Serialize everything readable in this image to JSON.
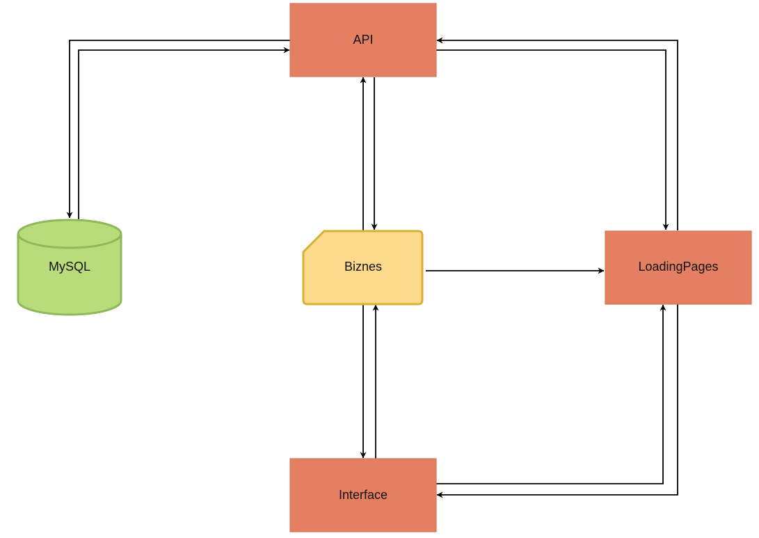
{
  "nodes": {
    "api": {
      "label": "API"
    },
    "mysql": {
      "label": "MySQL"
    },
    "biznes": {
      "label": "Biznes"
    },
    "loading_pages": {
      "label": "LoadingPages"
    },
    "interface": {
      "label": "Interface"
    }
  },
  "edges": [
    {
      "from": "api",
      "to": "mysql"
    },
    {
      "from": "mysql",
      "to": "api"
    },
    {
      "from": "api",
      "to": "biznes"
    },
    {
      "from": "biznes",
      "to": "api"
    },
    {
      "from": "api",
      "to": "loading_pages"
    },
    {
      "from": "loading_pages",
      "to": "api"
    },
    {
      "from": "biznes",
      "to": "loading_pages"
    },
    {
      "from": "biznes",
      "to": "interface"
    },
    {
      "from": "interface",
      "to": "biznes"
    },
    {
      "from": "interface",
      "to": "loading_pages"
    },
    {
      "from": "loading_pages",
      "to": "interface"
    }
  ],
  "colors": {
    "process_fill": "#e47f62",
    "database_fill": "#b9dc7a",
    "database_stroke": "#8fb85a",
    "card_fill": "#fdd98c",
    "card_stroke": "#d6b13a",
    "edge": "#000000"
  }
}
